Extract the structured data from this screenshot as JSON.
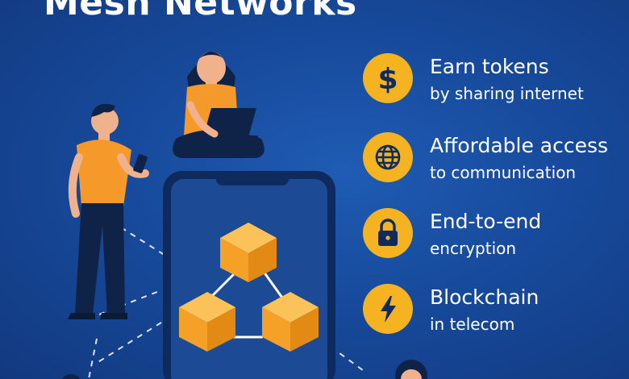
{
  "title": "Mesh Networks",
  "features": [
    {
      "icon": "dollar-icon",
      "title": "Earn tokens",
      "subtitle": "by sharing internet"
    },
    {
      "icon": "globe-icon",
      "title": "Affordable access",
      "subtitle": "to communication"
    },
    {
      "icon": "lock-icon",
      "title": "End-to-end",
      "subtitle": "encryption"
    },
    {
      "icon": "lightning-icon",
      "title": "Blockchain",
      "subtitle": "in telecom"
    }
  ],
  "colors": {
    "background": "#174a9c",
    "accent": "#f5b321",
    "cube": "#f7a530",
    "shirt": "#f59a2a",
    "phone": "#0f2a5c"
  }
}
